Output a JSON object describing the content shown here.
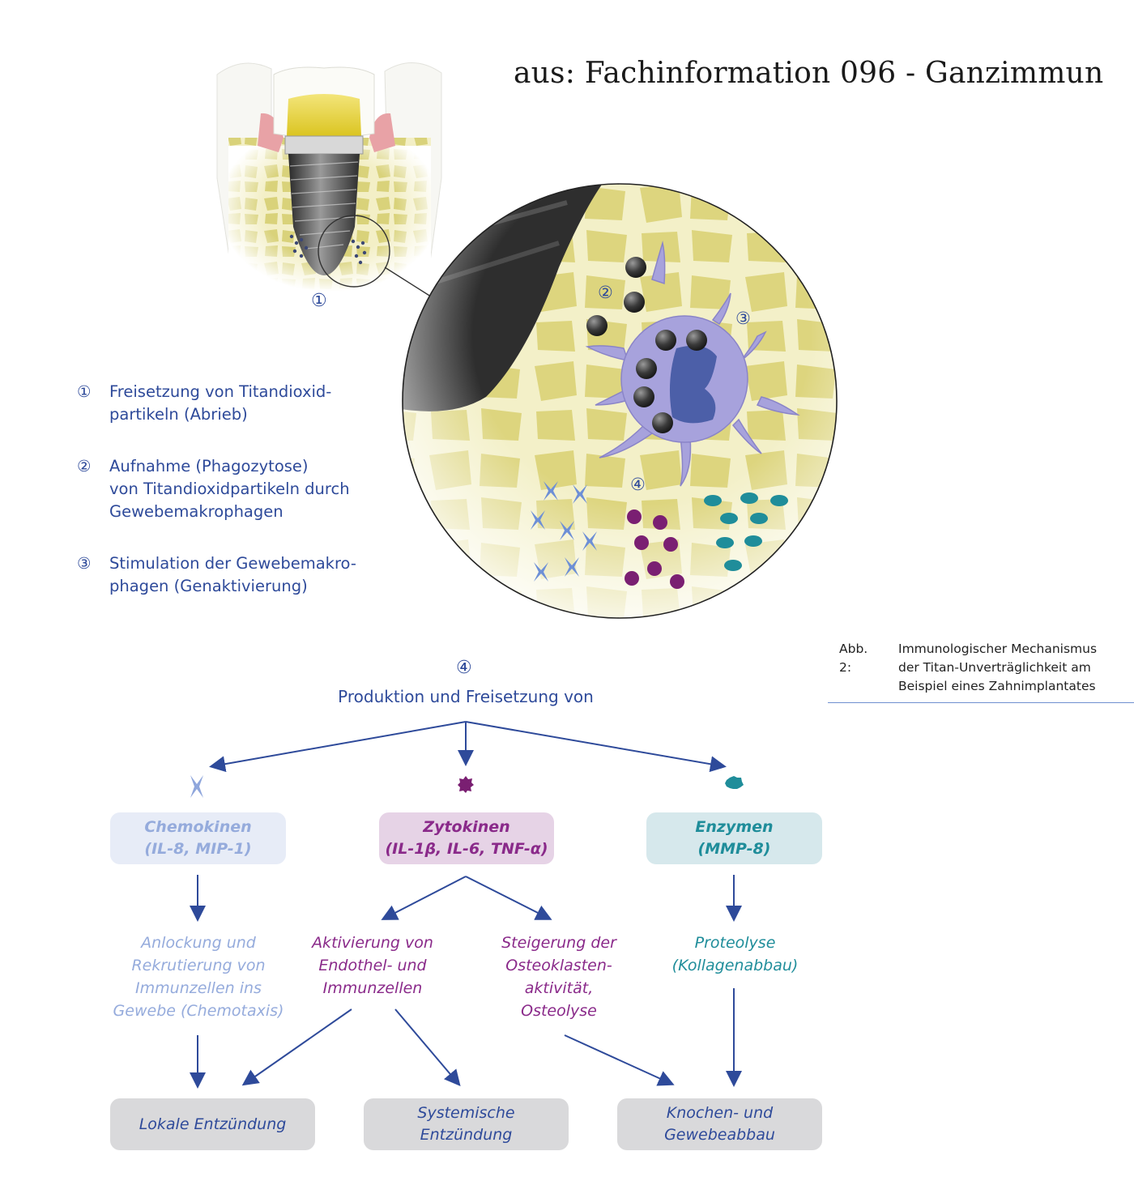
{
  "header": {
    "source_title": "aus: Fachinformation 096 - Ganzimmun"
  },
  "illustration": {
    "markers": [
      "①",
      "②",
      "③",
      "④"
    ],
    "elements": [
      "tooth-implant-crown",
      "neighbor-teeth",
      "bone-trabeculae",
      "magnified-view",
      "titanium-particles",
      "macrophage",
      "chemokine-glyphs",
      "cytokine-glyphs",
      "enzyme-glyphs"
    ]
  },
  "steps": [
    {
      "num": "①",
      "text": "Freisetzung von Titandioxid-\npartikeln (Abrieb)"
    },
    {
      "num": "②",
      "text": "Aufnahme (Phagozytose)\nvon Titandioxidpartikeln durch\nGewebemakrophagen"
    },
    {
      "num": "③",
      "text": "Stimulation der Gewebemakro-\nphagen (Genaktivierung)"
    }
  ],
  "caption": {
    "label": "Abb. 2:",
    "lines": [
      "Immunologischer Mechanismus",
      "der Titan-Unverträglichkeit am",
      "Beispiel eines Zahnimplantates"
    ]
  },
  "flow": {
    "num": "④",
    "heading": "Produktion und Freisetzung von",
    "categories": [
      {
        "id": "chem",
        "title": "Chemokinen",
        "sub": "(IL-8, MIP-1)",
        "icon": "chemokine-x-icon",
        "color": "#95abdc"
      },
      {
        "id": "zyto",
        "title": "Zytokinen",
        "sub": "(IL-1β, IL-6, TNF-α)",
        "icon": "cytokine-star-icon",
        "color": "#8a2a8a"
      },
      {
        "id": "enzy",
        "title": "Enzymen",
        "sub": "(MMP-8)",
        "icon": "enzyme-star-icon",
        "color": "#1f8d9a"
      }
    ],
    "effects": {
      "chem": "Anlockung und\nRekrutierung von\nImmunzellen ins\nGewebe (Chemotaxis)",
      "akt": "Aktivierung von\nEndothel- und\nImmunzellen",
      "steig": "Steigerung der\nOsteoklasten-\naktivität,\nOsteolyse",
      "prot": "Proteolyse\n(Kollagenabbau)"
    },
    "outcomes": {
      "lokal": "Lokale Entzündung",
      "syst": "Systemische\nEntzündung",
      "knoch": "Knochen- und\nGewebeabbau"
    },
    "arrow_color": "#2e4a9a"
  }
}
